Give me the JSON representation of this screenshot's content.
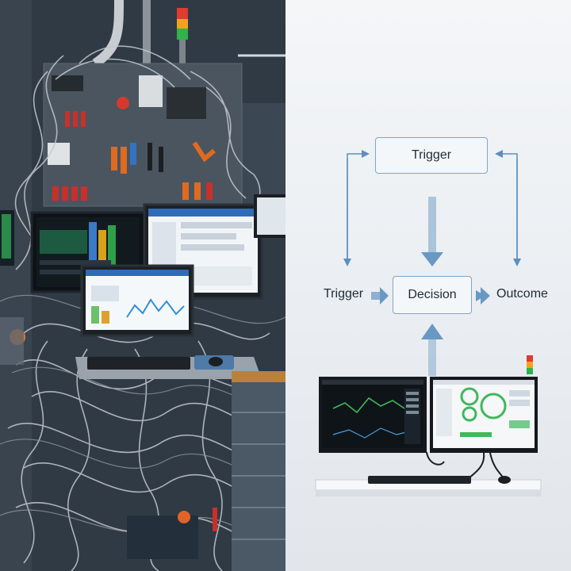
{
  "diagram": {
    "nodes": {
      "trigger_top": "Trigger",
      "decision": "Decision"
    },
    "labels": {
      "trigger_left": "Trigger",
      "outcome": "Outcome"
    }
  },
  "colors": {
    "node_border": "#7fa6c8",
    "arrow": "#7fa6c8",
    "text": "#1f2b36",
    "clean_background": "#eef1f4",
    "cluttered_background": "#2f3a45",
    "stack_light_red": "#e03b2f",
    "stack_light_amber": "#f2a31b",
    "stack_light_green": "#2fb34a"
  }
}
